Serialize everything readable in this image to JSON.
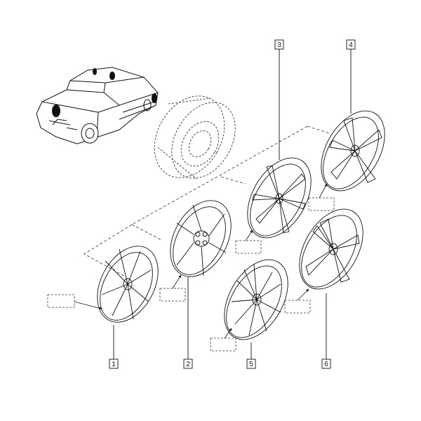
{
  "diagram": {
    "callouts": [
      {
        "id": "1",
        "label": "1"
      },
      {
        "id": "2",
        "label": "2"
      },
      {
        "id": "3",
        "label": "3"
      },
      {
        "id": "4",
        "label": "4"
      },
      {
        "id": "5",
        "label": "5"
      },
      {
        "id": "6",
        "label": "6"
      }
    ]
  },
  "colors": {
    "line": "#111111",
    "background": "#ffffff",
    "marker": "#111111"
  }
}
